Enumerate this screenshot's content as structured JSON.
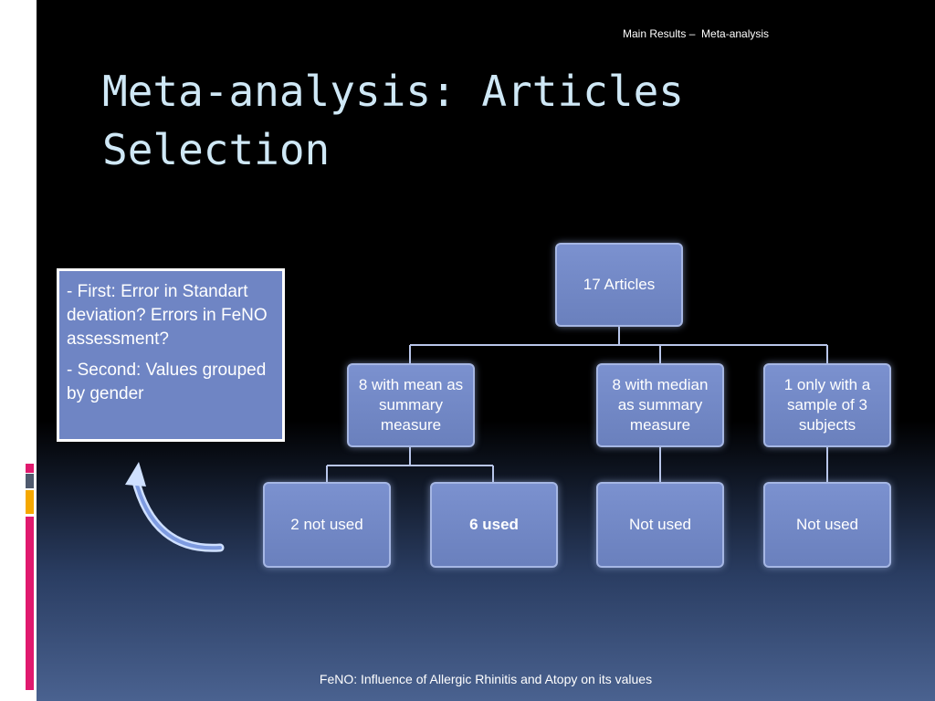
{
  "header": {
    "breadcrumb": "Main Results –  Meta-analysis"
  },
  "title": "Meta-analysis: Articles Selection",
  "note_box": {
    "line1": "- First: Error in Standart deviation? Errors in FeNO assessment?",
    "line2": "- Second: Values grouped by gender"
  },
  "diagram": {
    "root": "17 Articles",
    "mean": "8 with mean as summary measure",
    "median": "8 with median as summary measure",
    "single": "1 only with a sample of 3 subjects",
    "not_used_2": "2 not used",
    "used_6": "6 used",
    "median_not_used": "Not used",
    "single_not_used": "Not used"
  },
  "footer": "FeNO: Influence of Allergic Rhinitis and Atopy on its values",
  "colors": {
    "node_fill": "#7086c6",
    "title": "#cfe8f6",
    "accent_pink": "#e0196e",
    "accent_orange": "#f5a800"
  }
}
